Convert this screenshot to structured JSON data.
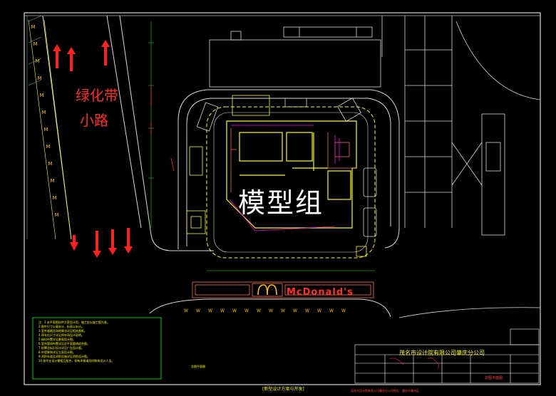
{
  "drawing": {
    "watermark": "模型组",
    "greenbelt_label": "绿化带",
    "path_label": "小路",
    "brand_sign": "McDonald's",
    "company": "茂名市设计院有限公司肇庆分公司",
    "sheet_title": "总图平面图",
    "scale_label": "总图平面图",
    "bottom_label": "[新型设计方案与开发]",
    "bottom_note": "茂名市设计院有限公司肇庆分公司地址：肇庆市端州区"
  },
  "colors": {
    "frame": "#ffffff",
    "road": "#d9d9d9",
    "building": "#ffff00",
    "wall": "#ff6f3f",
    "arrow": "#ff2020",
    "dim": "#00ff00",
    "magenta": "#ff00ff",
    "cyan": "#00ffff"
  },
  "notes": [
    "注：1.本平面图仅供方案设计用，施工应以施工图为准。",
    "2.图中尺寸以毫米计，标高以米计。",
    "3.室外道路及场地做法详见相关图纸。",
    "4.停车位尺寸详见停车场设计说明。",
    "5.绿化布置详见景观设计图。",
    "6.室外管线布置详见总平面管线综合图。",
    "7.招牌及标识设计详见广告设计图。",
    "8.外墙装饰详见立面设计图。",
    "9.消防车道及消防设施详见消防设计图。",
    "10.各专业设计需相互配合，如有矛盾请及时联系设计人员。"
  ]
}
